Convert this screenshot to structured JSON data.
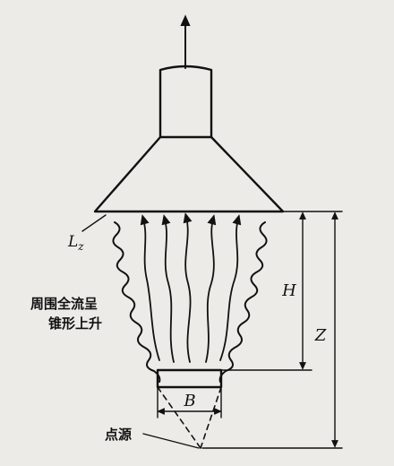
{
  "labels": {
    "lz": "L",
    "lz_sub": "z",
    "plume_line1": "周围全流呈",
    "plume_line2": "锥形上升",
    "h": "H",
    "z": "Z",
    "b": "B",
    "source": "点源"
  },
  "colors": {
    "background": "#ecebe7",
    "ink": "#111111"
  },
  "icons": {
    "top_arrow": "arrow-up-icon",
    "plume_arrows": "arrow-up-icon"
  }
}
